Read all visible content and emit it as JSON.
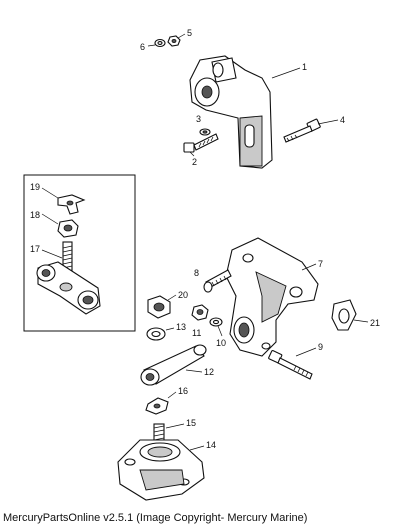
{
  "callouts": {
    "c1": "1",
    "c2": "2",
    "c3": "3",
    "c4": "4",
    "c5": "5",
    "c6": "6",
    "c7": "7",
    "c8": "8",
    "c9": "9",
    "c10": "10",
    "c11": "11",
    "c12": "12",
    "c13": "13",
    "c14": "14",
    "c15": "15",
    "c16": "16",
    "c17": "17",
    "c18": "18",
    "c19": "19",
    "c20": "20",
    "c21": "21"
  },
  "footer": {
    "text": "MercuryPartsOnline v2.5.1 (Image Copyright- Mercury Marine)"
  }
}
